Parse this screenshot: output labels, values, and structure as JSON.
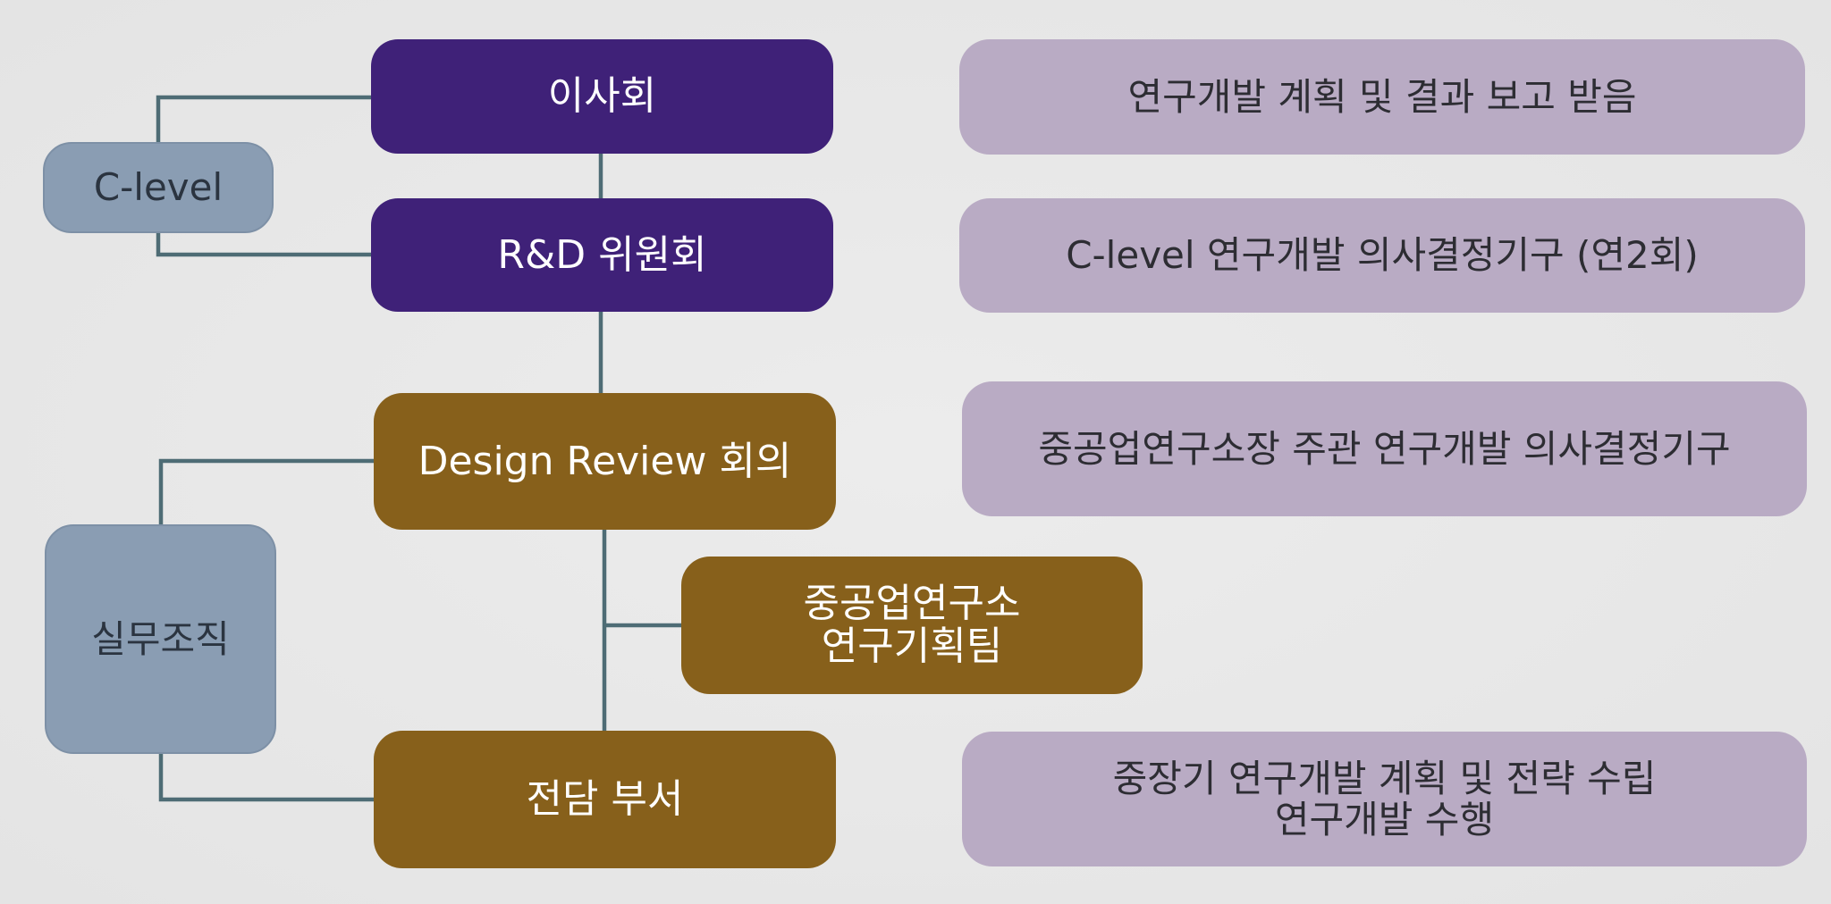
{
  "colors": {
    "background": "#e8e8e8",
    "governance_box": "#3f2178",
    "operations_box": "#87601b",
    "side_group_box": "#8a9db3",
    "description_box": "#b9abc4",
    "connector": "#4e6c75"
  },
  "org": {
    "board": "이사회",
    "rnd_committee": "R&D 위원회",
    "design_review": "Design Review 회의",
    "planning_team": [
      "중공업연구소",
      "연구기획팀"
    ],
    "dedicated_dept": "전담 부서"
  },
  "groups": {
    "c_level": "C-level",
    "working_org": "실무조직"
  },
  "descriptions": {
    "board": "연구개발 계획 및 결과 보고 받음",
    "rnd_committee": "C-level 연구개발 의사결정기구 (연2회)",
    "design_review": "중공업연구소장 주관 연구개발 의사결정기구",
    "dedicated_dept": [
      "중장기 연구개발 계획 및 전략 수립",
      "연구개발 수행"
    ]
  }
}
